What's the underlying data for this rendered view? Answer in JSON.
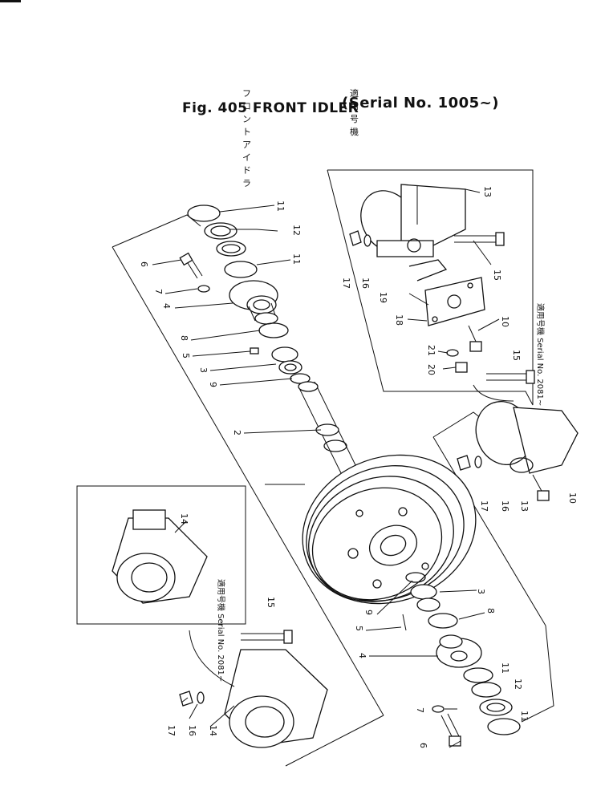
{
  "title": {
    "jp_name": "フロント アイドラ",
    "jp_applicable": "適 用 号 機",
    "figure": "Fig. 405 FRONT IDLER",
    "serial": "(Serial No. 1005~)"
  },
  "inset_notes": {
    "top_right": "適用号機 Serial No. 2081~",
    "left": "適用号機 Serial No. 2081~"
  },
  "callouts": {
    "c2": "2",
    "c3a": "3",
    "c3b": "3",
    "c4a": "4",
    "c4b": "4",
    "c5a": "5",
    "c5b": "5",
    "c6a": "6",
    "c6b": "6",
    "c7a": "7",
    "c7b": "7",
    "c8a": "8",
    "c8b": "8",
    "c9a": "9",
    "c9b": "9",
    "c10a": "10",
    "c10b": "10",
    "c11a": "11",
    "c11b": "11",
    "c11c": "11",
    "c11d": "11",
    "c12a": "12",
    "c12b": "12",
    "c13a": "13",
    "c13b": "13",
    "c14a": "14",
    "c14b": "14",
    "c15a": "15",
    "c15b": "15",
    "c15c": "15",
    "c16a": "16",
    "c16b": "16",
    "c16c": "16",
    "c17a": "17",
    "c17b": "17",
    "c17c": "17",
    "c18": "18",
    "c19": "19",
    "c20": "20",
    "c21": "21"
  }
}
